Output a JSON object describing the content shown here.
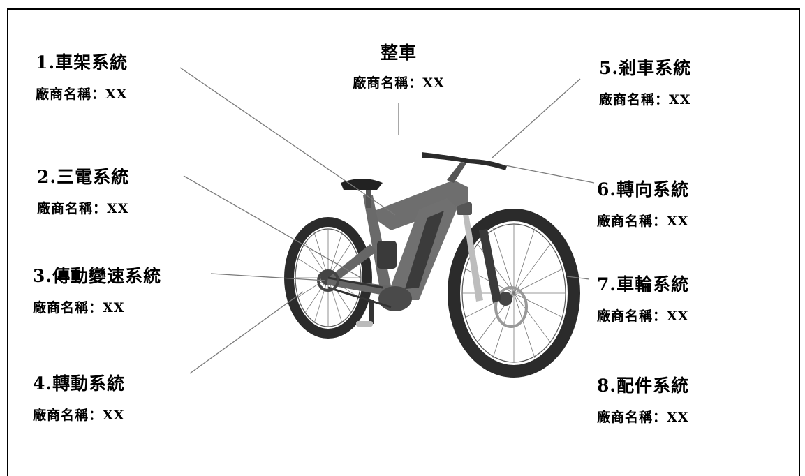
{
  "whole_bike": {
    "title": "整車",
    "vendor": "廠商名稱：XX"
  },
  "systems": [
    {
      "title": "1.車架系統",
      "vendor": "廠商名稱：XX"
    },
    {
      "title": "2.三電系統",
      "vendor": "廠商名稱：XX"
    },
    {
      "title": "3.傳動變速系統",
      "vendor": "廠商名稱：XX"
    },
    {
      "title": "4.轉動系統",
      "vendor": "廠商名稱：XX"
    },
    {
      "title": "5.剎車系統",
      "vendor": "廠商名稱：XX"
    },
    {
      "title": "6.轉向系統",
      "vendor": "廠商名稱：XX"
    },
    {
      "title": "7.車輪系統",
      "vendor": "廠商名稱：XX"
    },
    {
      "title": "8.配件系統",
      "vendor": "廠商名稱：XX"
    }
  ],
  "colors": {
    "frame": "#6e6e6e",
    "tire": "#2b2b2b",
    "leader": "#7a7a7a"
  }
}
